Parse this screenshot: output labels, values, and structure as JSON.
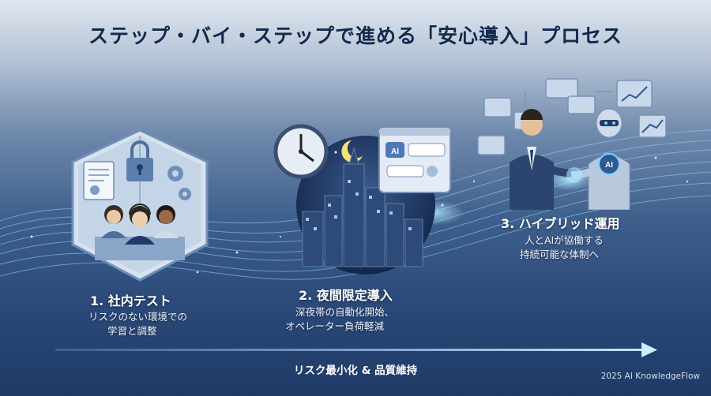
{
  "title": "ステップ・バイ・ステップで進める「安心導入」プロセス",
  "steps": [
    {
      "label": "1. 社内テスト",
      "desc_line1": "リスクのない環境での",
      "desc_line2": "学習と調整"
    },
    {
      "label": "2. 夜間限定導入",
      "desc_line1": "深夜帯の自動化開始、",
      "desc_line2": "オペレーター負荷軽減"
    },
    {
      "label": "3. ハイブリッド運用",
      "desc_line1": "人とAIが協働する",
      "desc_line2": "持続可能な体制へ"
    }
  ],
  "ai_bubble_text": "AI",
  "robot_chest_text": "AI",
  "bottom_caption": "リスク最小化 & 品質維持",
  "credit": "2025 AI KnowledgeFlow",
  "colors": {
    "title": "#13294d",
    "bg_top": "#dfe6ee",
    "bg_bottom": "#1f3a66",
    "glow": "#7fd4ff"
  }
}
